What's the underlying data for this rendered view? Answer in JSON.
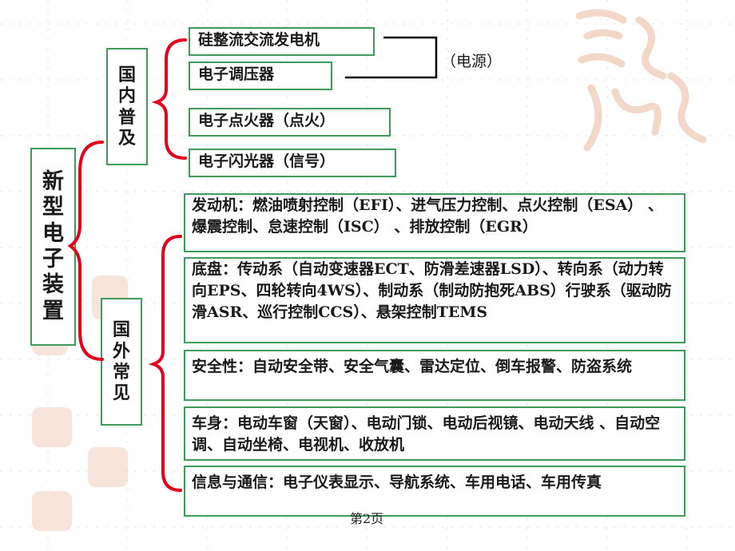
{
  "root": {
    "chars": [
      "新",
      "型",
      "电",
      "子",
      "装",
      "置"
    ]
  },
  "domestic": {
    "chars": [
      "国",
      "内",
      "普",
      "及"
    ],
    "items": [
      "硅整流交流发电机",
      "电子调压器",
      "电子点火器（点火）",
      "电子闪光器（信号）"
    ],
    "power_label": "（电源）"
  },
  "foreign": {
    "chars": [
      "国",
      "外",
      "常",
      "见"
    ],
    "items": [
      "发动机：燃油喷射控制（EFI）、进气压力控制、点火控制（ESA） 、爆震控制、怠速控制（ISC） 、排放控制（EGR）",
      "底盘：传动系（自动变速器ECT、防滑差速器LSD）、转向系（动力转向EPS、四轮转向4WS）、制动系（制动防抱死ABS）行驶系（驱动防滑ASR、巡行控制CCS）、悬架控制TEMS",
      "安全性：自动安全带、安全气囊、雷达定位、倒车报警、防盗系统",
      "车身：电动车窗（天窗）、电动门锁、电动后视镜、电动天线 、自动空调、自动坐椅、电视机、收放机",
      "信息与通信：电子仪表显示、导航系统、车用电话、车用传真"
    ]
  },
  "footer": {
    "page": "第2页"
  },
  "colors": {
    "box_border": "#3f9b5a",
    "brace": "#e2001a",
    "connector": "#000000"
  }
}
